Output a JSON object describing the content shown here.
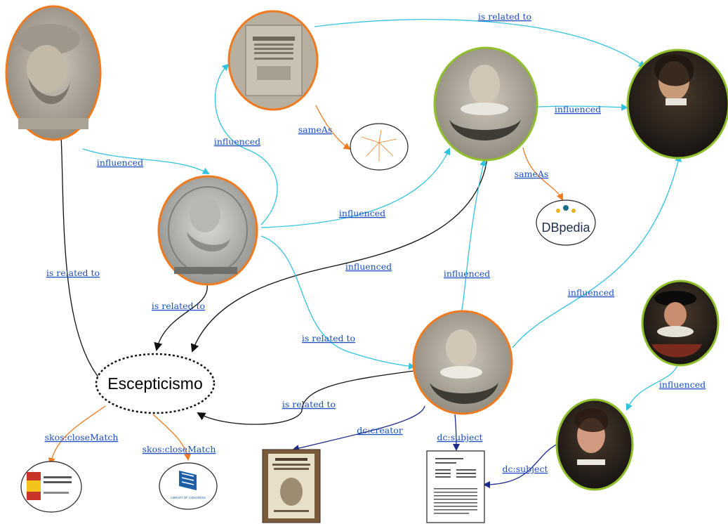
{
  "concept": {
    "label": "Escepticismo"
  },
  "colors": {
    "orange": "#f07a1f",
    "green": "#8fbf2a",
    "cyan_edge": "#33c3e0",
    "black_edge": "#111111",
    "orange_edge": "#f07a1f",
    "navy_edge": "#1c2a8a",
    "link_text": "#1a4fc0"
  },
  "nodes": [
    {
      "id": "person-bearded-turban",
      "kind": "portrait",
      "ring": "orange",
      "icon": "engraved-portrait-icon"
    },
    {
      "id": "book-title-page",
      "kind": "portrait",
      "ring": "orange",
      "icon": "title-page-engraving-icon"
    },
    {
      "id": "person-medallion",
      "kind": "portrait",
      "ring": "orange",
      "icon": "medallion-portrait-icon"
    },
    {
      "id": "person-ruff-green",
      "kind": "portrait",
      "ring": "green",
      "icon": "engraved-portrait-icon"
    },
    {
      "id": "person-descartes",
      "kind": "portrait",
      "ring": "green",
      "icon": "painted-portrait-icon"
    },
    {
      "id": "person-sanchez",
      "kind": "portrait",
      "ring": "orange",
      "icon": "engraved-portrait-icon"
    },
    {
      "id": "person-hat-painting",
      "kind": "portrait",
      "ring": "green",
      "icon": "painted-portrait-icon"
    },
    {
      "id": "person-mustache",
      "kind": "portrait",
      "ring": "green",
      "icon": "painted-portrait-icon"
    },
    {
      "id": "network-graph",
      "kind": "thumbnail",
      "ring": "none",
      "icon": "network-graph-icon"
    },
    {
      "id": "dbpedia",
      "kind": "logo",
      "ring": "none",
      "icon": "dbpedia-logo-icon",
      "logo_text": "DBpedia"
    },
    {
      "id": "ministry-spain",
      "kind": "logo",
      "ring": "none",
      "icon": "spanish-ministry-logo-icon"
    },
    {
      "id": "library-congress",
      "kind": "logo",
      "ring": "none",
      "icon": "library-of-congress-logo-icon",
      "logo_text": "LIBRARY OF CONGRESS"
    },
    {
      "id": "old-book",
      "kind": "document",
      "ring": "none",
      "icon": "old-book-cover-icon"
    },
    {
      "id": "printed-document",
      "kind": "document",
      "ring": "none",
      "icon": "printed-page-icon"
    }
  ],
  "edges": [
    {
      "id": "e1",
      "label": "is related to",
      "color": "cyan_edge"
    },
    {
      "id": "e2",
      "label": "influenced",
      "color": "cyan_edge"
    },
    {
      "id": "e3",
      "label": "influenced",
      "color": "cyan_edge"
    },
    {
      "id": "e4",
      "label": "influenced",
      "color": "cyan_edge"
    },
    {
      "id": "e5",
      "label": "is related to",
      "color": "black_edge"
    },
    {
      "id": "e6",
      "label": "is related to",
      "color": "black_edge"
    },
    {
      "id": "e7",
      "label": "influenced",
      "color": "black_edge"
    },
    {
      "id": "e8",
      "label": "sameAs",
      "color": "orange_edge"
    },
    {
      "id": "e9",
      "label": "sameAs",
      "color": "orange_edge"
    },
    {
      "id": "e10",
      "label": "influenced",
      "color": "cyan_edge"
    },
    {
      "id": "e11",
      "label": "is related to",
      "color": "cyan_edge"
    },
    {
      "id": "e12",
      "label": "influenced",
      "color": "cyan_edge"
    },
    {
      "id": "e13",
      "label": "influenced",
      "color": "cyan_edge"
    },
    {
      "id": "e14",
      "label": "is related to",
      "color": "black_edge"
    },
    {
      "id": "e15",
      "label": "influenced",
      "color": "cyan_edge"
    },
    {
      "id": "e16",
      "label": "skos:closeMatch",
      "color": "orange_edge"
    },
    {
      "id": "e17",
      "label": "skos:closeMatch",
      "color": "orange_edge"
    },
    {
      "id": "e18",
      "label": "dc:creator",
      "color": "navy_edge"
    },
    {
      "id": "e19",
      "label": "dc:subject",
      "color": "navy_edge"
    },
    {
      "id": "e20",
      "label": "dc:subject",
      "color": "navy_edge"
    }
  ]
}
